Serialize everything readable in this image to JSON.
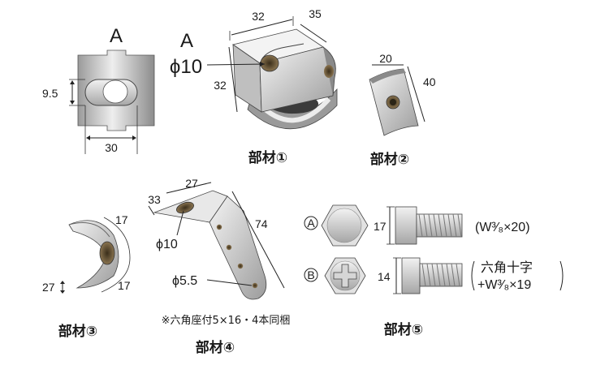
{
  "colors": {
    "metal_light": "#e6e6e6",
    "metal_mid": "#bdbdbd",
    "metal_dark": "#7a7a7a",
    "hole": "#6b5a3a"
  },
  "fig_a": {
    "label": "A",
    "dim_height": "9.5",
    "dim_width": "30"
  },
  "part1": {
    "label_a": "A",
    "hole_dia": "ϕ10",
    "dim_top": "32",
    "dim_depth": "35",
    "dim_side": "32",
    "caption": "部材①"
  },
  "part2": {
    "dim_width": "20",
    "dim_height": "40",
    "caption": "部材②"
  },
  "part3": {
    "dim_top": "17",
    "dim_bottom": "17",
    "dim_left": "27",
    "caption": "部材③"
  },
  "part4": {
    "dim_a": "33",
    "dim_b": "27",
    "dim_length": "74",
    "hole_dia_large": "ϕ10",
    "hole_dia_small": "ϕ5.5",
    "note": "※六角座付5×16・4本同梱",
    "caption": "部材④"
  },
  "part5": {
    "bolt_a": {
      "marker": "A",
      "size": "17",
      "spec": "(W³⁄₈×20)"
    },
    "bolt_b": {
      "marker": "B",
      "size": "14",
      "spec_line1": "六角十字",
      "spec_line2": "+W³⁄₈×19"
    },
    "caption": "部材⑤"
  }
}
